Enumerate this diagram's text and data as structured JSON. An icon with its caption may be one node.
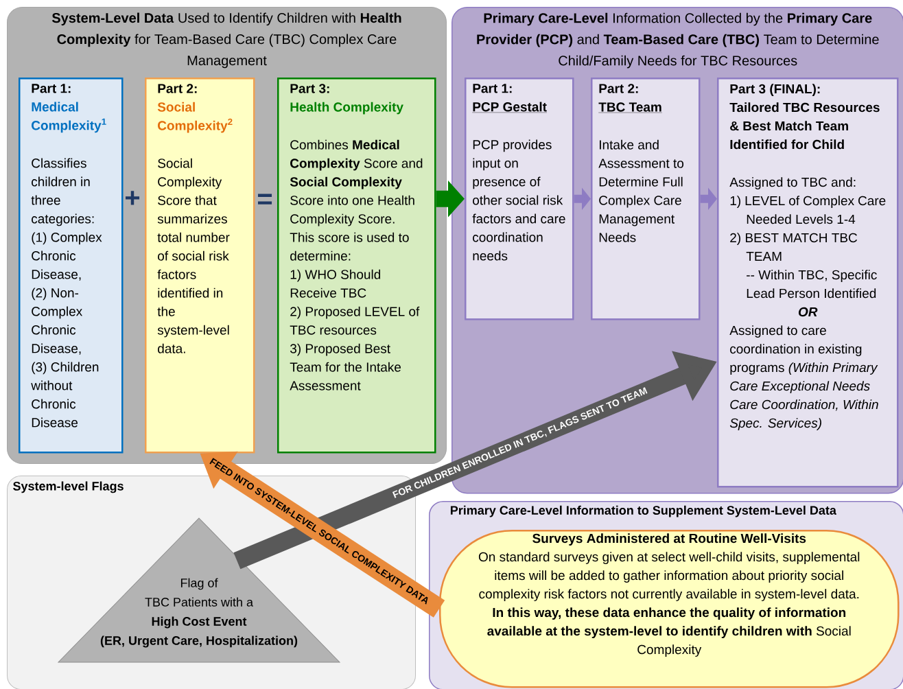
{
  "diagram": {
    "nodes": [
      {
        "text": [
          "**System-Level Data** Used to Identify Children with **Health Complexity** for Team-Based Care (TBC) Complex Care Management"
        ]
      },
      {
        "text": [
          "Part 1:",
          "Medical Complexity$^{1}$",
          "Classifies children in three categories:",
          "(1) Complex Chronic Disease,",
          "(2) Non-Complex Chronic Disease,",
          "(3) Children without Chronic Disease"
        ],
        "in": 0
      },
      {
        "text": [
          "Part 2:",
          "Social Complexity$^{2}$",
          "Social Complexity Score that summarizes total number of social risk factors identified in the system-level data."
        ],
        "in": 0
      },
      {
        "text": [
          "Part 3:",
          "Health Complexity",
          "Combines **Medical Complexity** Score and **Social Complexity** Score into one Health Complexity Score. This score is used to determine:",
          "1) WHO Should Receive TBC",
          "2) Proposed LEVEL of TBC resources",
          "3) Proposed Best Team for the Intake Assessment"
        ],
        "in": 0
      },
      {
        "text": [
          "**Primary Care-Level** Information Collected by the **Primary Care Provider (PCP)** and **Team-Based Care (TBC)** Team to Determine Child/Family Needs for TBC Resources"
        ]
      },
      {
        "text": [
          "Part 1:",
          "PCP Gestalt",
          "PCP provides input on presence of other social risk factors and care coordination needs"
        ],
        "in": 4
      },
      {
        "text": [
          "Part 2:",
          "TBC Team",
          "Intake and Assessment to Determine Full Complex Care Management Needs"
        ],
        "in": 4
      },
      {
        "text": [
          "Part 3 (FINAL):",
          "Tailored TBC Resources & Best Match Team Identified for Child",
          "Assigned to TBC and:",
          "1) LEVEL of Complex Care Needed Levels 1-4",
          "2) BEST MATCH TBC TEAM",
          "-- Within TBC, Specific Lead Person Identified",
          "OR",
          "Assigned to care coordination in existing programs *(Within Primary Care Exceptional Needs Care Coordination, Within Spec. Services)*"
        ],
        "in": 4
      },
      {
        "text": [
          "System-level Flags"
        ]
      },
      {
        "text": [
          "Flag of",
          "TBC Patients with a",
          "High Cost Event",
          "(ER, Urgent Care, Hospitalization)"
        ],
        "in": 8
      },
      {
        "text": [
          "Primary Care-Level Information to Supplement System-Level Data"
        ]
      },
      {
        "text": [
          "Surveys Administered at Routine Well-Visits",
          "On standard surveys given at select well-child visits, supplemental items will be added to gather information about priority social complexity risk factors not currently available in system-level data.",
          "**In this way, these data enhance the quality of information available at the system-level to identify children with** Social Complexity"
        ],
        "in": 10
      }
    ],
    "edges": [
      {
        "from": 3,
        "to": 5,
        "arrow": "to",
        "color": "#008000"
      },
      {
        "from": 5,
        "to": 6,
        "arrow": "to",
        "color": "#8e7cc3"
      },
      {
        "from": 6,
        "to": 7,
        "arrow": "to",
        "color": "#8e7cc3"
      },
      {
        "from": 9,
        "to": 7,
        "arrow": "to",
        "color": "#595959",
        "label": "FOR CHILDREN ENROLLED IN TBC, FLAGS SENT TO TEAM"
      },
      {
        "from": 11,
        "to": 2,
        "arrow": "to",
        "color": "#e98b3c",
        "label": "FEED INTO SYSTEM-LEVEL SOCIAL COMPLEXITY DATA"
      }
    ],
    "labels": [
      "+",
      "="
    ]
  }
}
